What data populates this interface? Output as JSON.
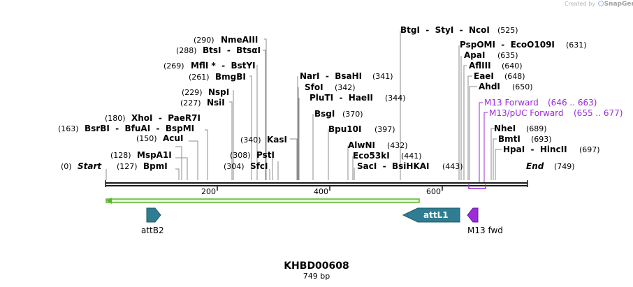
{
  "branding": {
    "prefix": "Created by",
    "logo": "SnapGene"
  },
  "sequence": {
    "name": "KHBD00608",
    "length": "749 bp"
  },
  "ends": {
    "start_pos": "(0)",
    "start": "Start",
    "end": "End",
    "end_pos": "(749)"
  },
  "colors": {
    "primer": "#9b2bdb",
    "feature": "#2e7d92",
    "arrow_highlight": "#5ab52a"
  },
  "axis": {
    "ticks": [
      "200",
      "400",
      "600"
    ]
  },
  "sites": [
    {
      "pos": "(128)",
      "name": "MspA1I"
    },
    {
      "pos": "(127)",
      "name": "BpmI"
    },
    {
      "pos": "(150)",
      "name": "AcuI"
    },
    {
      "pos": "(163)",
      "name": "BsrBI  -  BfuAI  -  BspMI"
    },
    {
      "pos": "(180)",
      "name": "XhoI  -  PaeR7I"
    },
    {
      "pos": "(227)",
      "name": "NsiI"
    },
    {
      "pos": "(229)",
      "name": "NspI"
    },
    {
      "pos": "(261)",
      "name": "BmgBI"
    },
    {
      "pos": "(269)",
      "name": "MflI *  -  BstYI"
    },
    {
      "pos": "(288)",
      "name": "BtsI  -  BtsαI"
    },
    {
      "pos": "(290)",
      "name": "NmeAIII"
    },
    {
      "pos": "(304)",
      "name": "SfcI"
    },
    {
      "pos": "(308)",
      "name": "PstI"
    },
    {
      "pos": "(340)",
      "name": "KasI"
    },
    {
      "name": "NarI  -  BsaHI",
      "pos": "(341)"
    },
    {
      "name": "SfoI",
      "pos": "(342)"
    },
    {
      "name": "PluTI  -  HaeII",
      "pos": "(344)"
    },
    {
      "name": "BsgI",
      "pos": "(370)"
    },
    {
      "name": "Bpu10I",
      "pos": "(397)"
    },
    {
      "name": "AlwNI",
      "pos": "(432)"
    },
    {
      "name": "Eco53kI",
      "pos": "(441)"
    },
    {
      "name": "SacI  -  BsiHKAI",
      "pos": "(443)"
    },
    {
      "name": "BtgI  -  StyI  -  NcoI",
      "pos": "(525)"
    },
    {
      "name": "PspOMI  -  EcoO109I",
      "pos": "(631)"
    },
    {
      "name": "ApaI",
      "pos": "(635)"
    },
    {
      "name": "AflIII",
      "pos": "(640)"
    },
    {
      "name": "EaeI",
      "pos": "(648)"
    },
    {
      "name": "AhdI",
      "pos": "(650)"
    },
    {
      "name": "NheI",
      "pos": "(689)"
    },
    {
      "name": "BmtI",
      "pos": "(693)"
    },
    {
      "name": "HpaI  -  HincII",
      "pos": "(697)"
    }
  ],
  "primers": [
    {
      "name": "M13 Forward",
      "range": "(646 .. 663)"
    },
    {
      "name": "M13/pUC Forward",
      "range": "(655 .. 677)"
    }
  ],
  "features": [
    {
      "name": "attB2",
      "direction": "forward"
    },
    {
      "name": "attL1",
      "direction": "reverse"
    },
    {
      "name": "M13 fwd",
      "direction": "reverse"
    }
  ]
}
